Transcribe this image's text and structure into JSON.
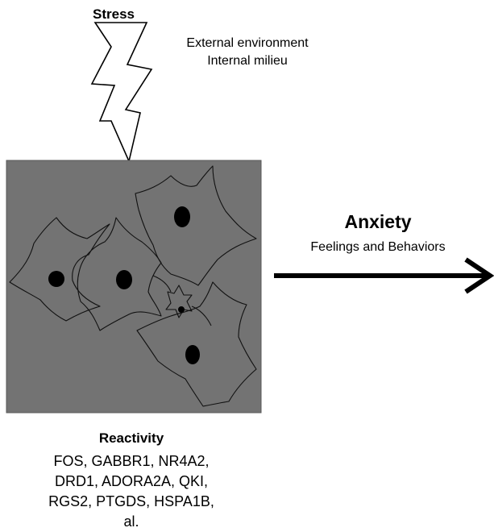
{
  "stress": {
    "label": "Stress",
    "sources": [
      "External environment",
      "Internal milieu"
    ]
  },
  "outcome": {
    "title": "Anxiety",
    "subtitle": "Feelings and Behaviors"
  },
  "reactivity": {
    "title": "Reactivity",
    "genes": [
      "FOS, GABBR1, NR4A2,",
      "DRD1, ADORA2A, QKI,",
      "RGS2, PTGDS, HSPA1B,",
      "al."
    ]
  },
  "colors": {
    "tissue_fill": "#737373",
    "tissue_border": "#5a5a5a",
    "cell_outline": "#111111",
    "nucleus": "#000000",
    "arrow": "#000000"
  }
}
